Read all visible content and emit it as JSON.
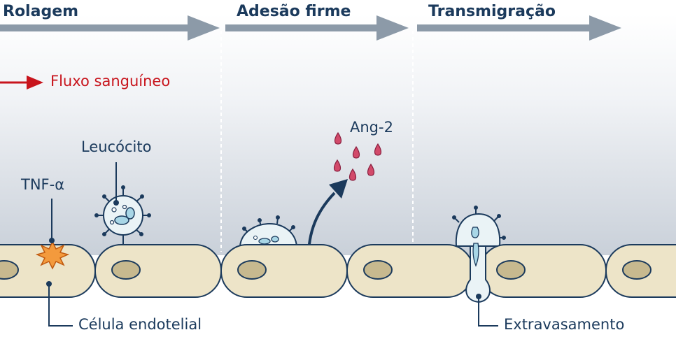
{
  "phases": [
    {
      "label": "Rolagem"
    },
    {
      "label": "Adesão firme"
    },
    {
      "label": "Transmigração"
    }
  ],
  "labels": {
    "flow": "Fluxo sanguíneo",
    "leukocyte": "Leucócito",
    "tnf": "TNF-α",
    "ang2": "Ang-2",
    "endothelial_cell": "Célula endotelial",
    "extravasation": "Extravasamento"
  },
  "colors": {
    "heading": "#1b3a5c",
    "flow_arrow": "#c8141c",
    "phase_arrow": "#8c9aa8",
    "cell_fill": "#ede4c8",
    "cell_stroke": "#1b3a5c",
    "nucleus_fill": "#c7b98f",
    "leukocyte_fill": "#eaf3f6",
    "leukocyte_inner": "#a8d6e6",
    "tnf_fill": "#f39a3d",
    "ang2_fill": "#d24a6a",
    "background_top": "#ffffff",
    "background_bottom": "#c9d0d9"
  }
}
